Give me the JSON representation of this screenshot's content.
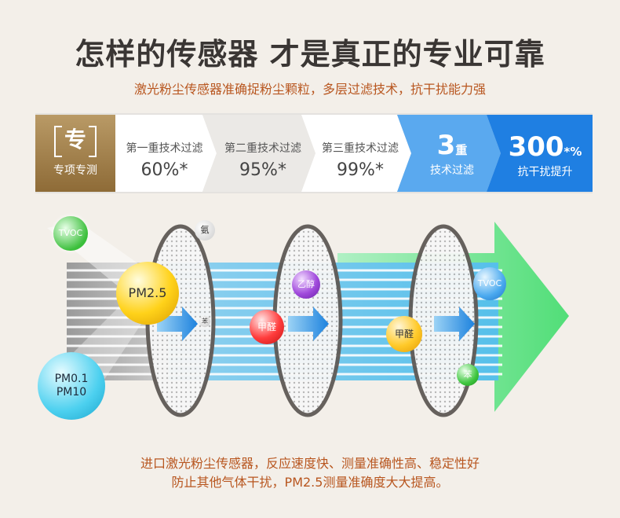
{
  "headline": "怎样的传感器 才是真正的专业可靠",
  "subheadline": "激光粉尘传感器准确捉粉尘颗粒，多层过滤技术，抗干扰能力强",
  "badge": {
    "main": "专",
    "sub": "专项专测"
  },
  "stages": [
    {
      "label": "第一重技术过滤",
      "value": "60%*"
    },
    {
      "label": "第二重技术过滤",
      "value": "95%*"
    },
    {
      "label": "第三重技术过滤",
      "value": "99%*"
    }
  ],
  "highlights": [
    {
      "big": "3",
      "small": "重",
      "sub": "技术过滤"
    },
    {
      "big": "300",
      "small": "*%",
      "sub": "抗干扰提升"
    }
  ],
  "particles": {
    "tvoc_in": "TVOC",
    "pm25": "PM2.5",
    "pm01": "PM0.1",
    "pm10": "PM10",
    "ammonia": "氨",
    "benzene_small": "苯",
    "formaldehyde_1": "甲醛",
    "ethanol": "乙醇",
    "formaldehyde_2": "甲醛",
    "tvoc_out": "TVOC",
    "benzene_out": "苯"
  },
  "footer": {
    "line1": "进口激光粉尘传感器，反应速度快、测量准确性高、稳定性好",
    "line2": "防止其他气体干扰，PM2.5测量准确度大大提高。"
  },
  "colors": {
    "title": "#3a3634",
    "accent_orange": "#b8561f",
    "badge_gold": "#a5834d",
    "blue": "#1e7fe0",
    "green_arrow": "#4fe07a"
  }
}
